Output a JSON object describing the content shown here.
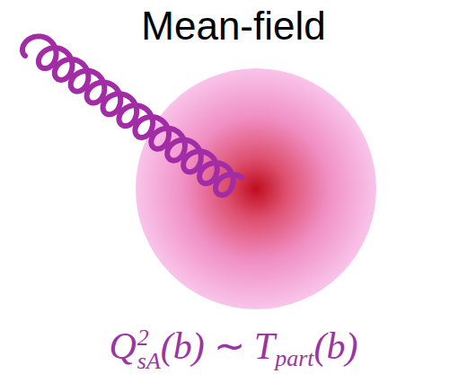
{
  "diagram": {
    "title": "Mean-field",
    "labels": [
      "Q",
      "2",
      "sA",
      "(b)",
      "∼",
      "T",
      "part",
      "(b)"
    ]
  }
}
